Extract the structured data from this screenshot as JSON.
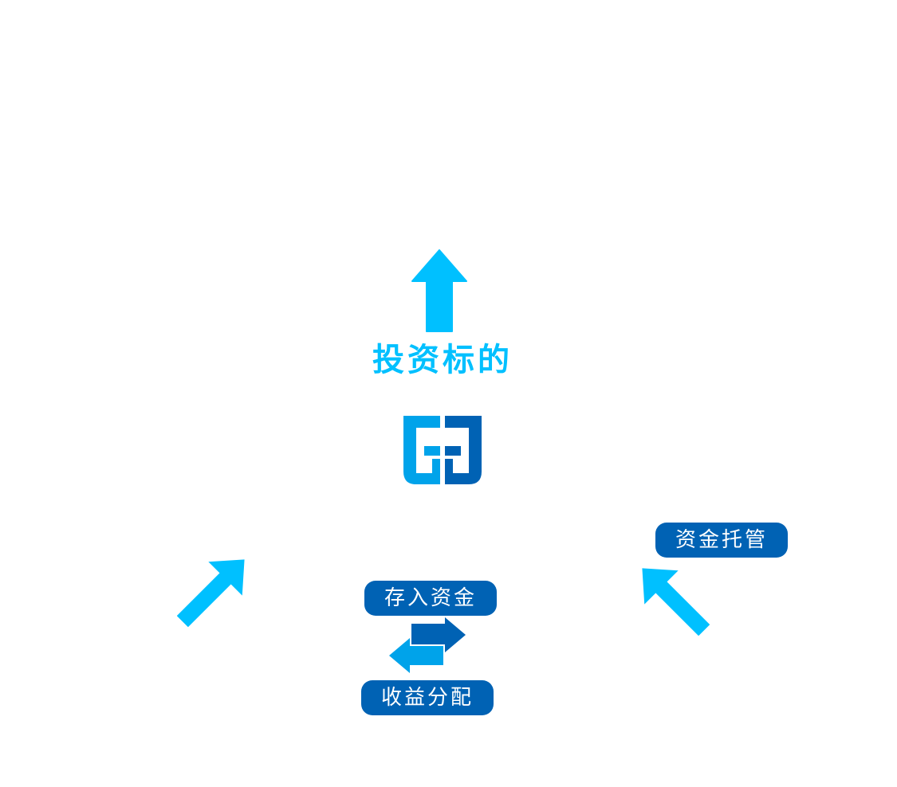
{
  "diagram": {
    "center_label": "投资标的",
    "nodes": {
      "custody": {
        "label": "资金托管"
      },
      "deposit": {
        "label": "存入资金"
      },
      "distribution": {
        "label": "收益分配"
      }
    }
  },
  "colors": {
    "arrow": "#00c0ff",
    "pill_bg": "#0062b4",
    "pill_text": "#ffffff",
    "logo_left": "#00a3ea",
    "logo_right": "#0062b4",
    "swap_top": "#0062b4",
    "swap_bottom": "#00a3ea"
  },
  "icons": {
    "top_arrow": "arrow-up-icon",
    "left_arrow": "arrow-up-right-icon",
    "right_arrow": "arrow-up-left-icon",
    "logo": "brand-logo-icon",
    "swap": "swap-arrows-icon"
  }
}
